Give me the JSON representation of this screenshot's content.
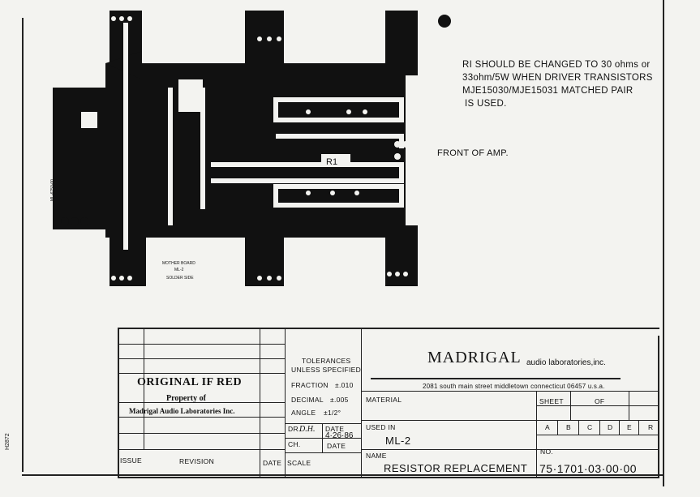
{
  "note": {
    "lines": [
      "RI SHOULD BE CHANGED TO 30 ohms or",
      "33ohm/5W WHEN DRIVER TRANSISTORS",
      "MJE15030/MJE15031 MATCHED PAIR",
      "IS USED."
    ]
  },
  "front_label": "FRONT OF AMP.",
  "board": {
    "r1_label": "R1",
    "silk_1": "MOTHER BOARD",
    "silk_2": "ML-2",
    "silk_3": "SOLDER SIDE",
    "vertical_code": "ML-6750-00"
  },
  "side_code": "H2872",
  "title_block": {
    "original": "ORIGINAL IF RED",
    "property_of": "Property of",
    "company_legal": "Madrigal Audio Laboratories Inc.",
    "tolerances": "TOLERANCES",
    "unless": "UNLESS SPECIFIED",
    "fraction_label": "FRACTION",
    "fraction_value": "±.010",
    "decimal_label": "DECIMAL",
    "decimal_value": "±.005",
    "angle_label": "ANGLE",
    "angle_value": "±1/2°",
    "dr_label": "DR.",
    "dr_value": "D.H.",
    "date_label": "DATE",
    "date_value": "4·26·86",
    "ch_label": "CH.",
    "date2_label": "DATE",
    "issue_label": "ISSUE",
    "revision_label": "REVISION",
    "date3_label": "DATE",
    "scale_label": "SCALE",
    "brand": "MADRIGAL",
    "brand_sub": "audio laboratories,inc.",
    "address": "2081 south main street middletown connecticut 06457 u.s.a.",
    "material_label": "MATERIAL",
    "sheet_label": "SHEET",
    "of_label": "OF",
    "used_in_label": "USED IN",
    "used_in_value": "ML-2",
    "rev_letters": [
      "A",
      "B",
      "C",
      "D",
      "E",
      "R"
    ],
    "no_label": "NO.",
    "name_label": "NAME",
    "name_value": "RESISTOR REPLACEMENT",
    "number_value": "75·1701·03·00·00"
  }
}
